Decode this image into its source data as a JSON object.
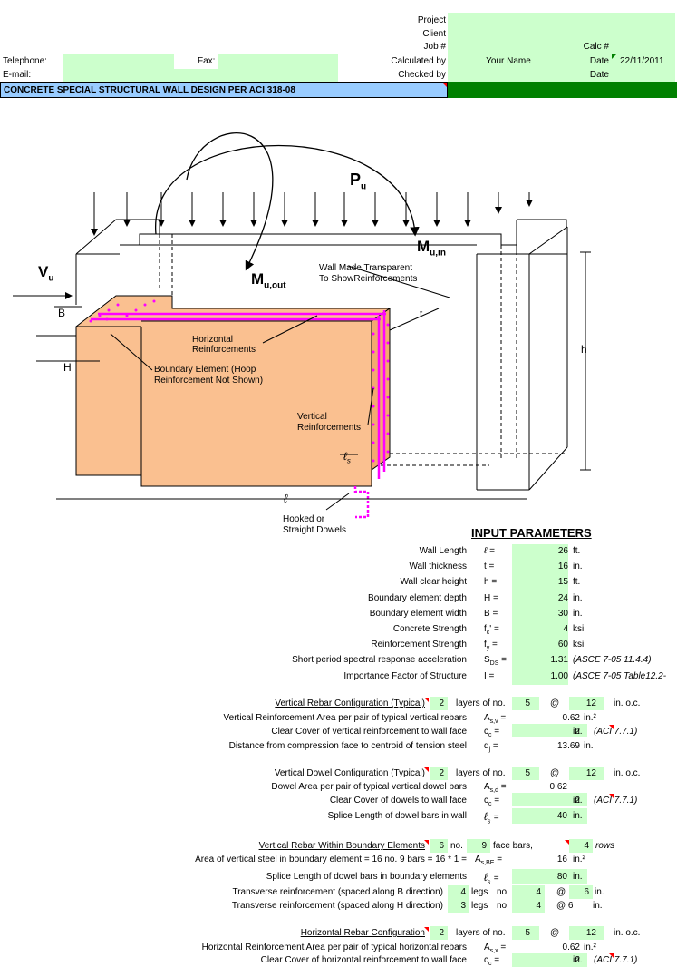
{
  "header": {
    "project_label": "Project",
    "client_label": "Client",
    "job_label": "Job #",
    "calc_by_label": "Calculated by",
    "checked_by_label": "Checked by",
    "calc_num_label": "Calc #",
    "date_label": "Date",
    "date_label2": "Date",
    "date_value": "22/11/2011",
    "your_name": "Your Name",
    "telephone_label": "Telephone:",
    "fax_label": "Fax:",
    "email_label": "E-mail:",
    "title": "CONCRETE SPECIAL STRUCTURAL WALL DESIGN PER  ACI 318-08"
  },
  "diagram": {
    "pu": "P",
    "pu_sub": "u",
    "mu_in": "M",
    "mu_in_sub": "u,in",
    "mu_out": "M",
    "mu_out_sub": "u,out",
    "vu": "V",
    "vu_sub": "u",
    "transparent_note_1": "Wall Made Transparent",
    "transparent_note_2": "To ShowReinforcements",
    "t": "t",
    "b": "B",
    "h_cap": "H",
    "h_low": "h",
    "horiz_1": "Horizontal",
    "horiz_2": "Reinforcements",
    "boundary_1": "Boundary Element (Hoop",
    "boundary_2": "Reinforcement Not Shown)",
    "vert_1": "Vertical",
    "vert_2": "Reinforcements",
    "ls": "ℓ",
    "ls_sub": "s",
    "l": "ℓ",
    "dowel_1": "Hooked or",
    "dowel_2": "Straight Dowels"
  },
  "input": {
    "title": "INPUT PARAMETERS",
    "rows": [
      {
        "label": "Wall Length",
        "sym": "ℓ",
        "value": "26",
        "unit": "ft."
      },
      {
        "label": "Wall thickness",
        "sym": "t",
        "value": "16",
        "unit": "in."
      },
      {
        "label": "Wall clear height",
        "sym": "h",
        "value": "15",
        "unit": "ft."
      },
      {
        "label": "Boundary element depth",
        "sym": "H",
        "value": "24",
        "unit": "in."
      },
      {
        "label": "Boundary element width",
        "sym": "B",
        "value": "30",
        "unit": "in."
      },
      {
        "label": "Concrete Strength",
        "sym": "fc'",
        "value": "4",
        "unit": "ksi"
      },
      {
        "label": "Reinforcement Strength",
        "sym": "fy",
        "value": "60",
        "unit": "ksi"
      },
      {
        "label": "Short period spectral response acceleration",
        "sym": "SDS",
        "value": "1.31",
        "unit": "(ASCE 7-05 11.4.4)"
      },
      {
        "label": "Importance Factor of Structure",
        "sym": "I",
        "value": "1.00",
        "unit": "(ASCE 7-05 Table12.2-"
      }
    ]
  },
  "vertical_rebar": {
    "title": "Vertical Rebar Configuration (Typical)",
    "layers": "2",
    "layers_text": "layers of no.",
    "bar_no": "5",
    "at": "@",
    "spacing": "12",
    "oc": "in. o.c.",
    "area_label": "Vertical Reinforcement Area per pair of typical vertical rebars",
    "area_sym": "As,v",
    "area_value": "0.62",
    "area_unit": "in.²",
    "cover_label": "Clear Cover of vertical reinforcement to wall face",
    "cover_sym": "cc",
    "cover_value": "2",
    "cover_unit": "in.",
    "cover_ref": "(ACI 7.7.1)",
    "dist_label": "Distance from compression face to centroid of tension steel",
    "dist_sym": "dj",
    "dist_value": "13.69",
    "dist_unit": "in."
  },
  "vertical_dowel": {
    "title": "Vertical Dowel Configuration (Typical)",
    "layers": "2",
    "layers_text": "layers of no.",
    "bar_no": "5",
    "at": "@",
    "spacing": "12",
    "oc": "in. o.c.",
    "area_label": "Dowel Area per pair of typical vertical dowel bars",
    "area_sym": "As,d",
    "area_value": "0.62",
    "cover_label": "Clear Cover of dowels to wall face",
    "cover_sym": "cc",
    "cover_value": "2",
    "cover_unit": "in.",
    "cover_ref": "(ACI 7.7.1)",
    "splice_label": "Splice Length of dowel bars in wall",
    "splice_sym": "ℓs",
    "splice_value": "40",
    "splice_unit": "in."
  },
  "boundary_rebar": {
    "title": "Vertical Rebar Within Boundary Elements",
    "count": "6",
    "no_text": "no.",
    "bar_no": "9",
    "face_text": "face bars,",
    "rows_value": "4",
    "rows_text": "rows",
    "area_label": "Area of vertical steel in boundary element  =  16  no. 9 bars  =  16 * 1  =",
    "area_sym": "As,BE",
    "area_value": "16",
    "area_unit": "in.²",
    "splice_label": "Splice Length of dowel bars in boundary elements",
    "splice_sym": "ℓs",
    "splice_value": "80",
    "splice_unit": "in.",
    "tb_label": "Transverse reinforcement (spaced along B direction)",
    "tb_legs": "4",
    "tb_legs_text": "legs",
    "tb_no_text": "no.",
    "tb_no": "4",
    "tb_at": "@",
    "tb_spacing": "6",
    "tb_unit": "in.",
    "th_label": "Transverse reinforcement (spaced along H direction)",
    "th_legs": "3",
    "th_legs_text": "legs",
    "th_no_text": "no.",
    "th_no": "4",
    "th_at": "@ 6",
    "th_unit": "in."
  },
  "horizontal_rebar": {
    "title": "Horizontal Rebar Configuration",
    "layers": "2",
    "layers_text": "layers of no.",
    "bar_no": "5",
    "at": "@",
    "spacing": "12",
    "oc": "in. o.c.",
    "area_label": "Horizontal Reinforcement Area per pair of typical horizontal rebars",
    "area_sym": "As,x",
    "area_value": "0.62",
    "area_unit": "in.²",
    "cover_label": "Clear Cover of horizontal reinforcement to wall face",
    "cover_sym": "cc",
    "cover_value": "2",
    "cover_unit": "in.",
    "cover_ref": "(ACI 7.7.1)"
  },
  "colors": {
    "input_fill": "#ccffcc",
    "title_fill": "#99ccff",
    "header_right_fill": "#008000",
    "wall_fill": "#fac090",
    "rebar": "#ff00ff"
  }
}
